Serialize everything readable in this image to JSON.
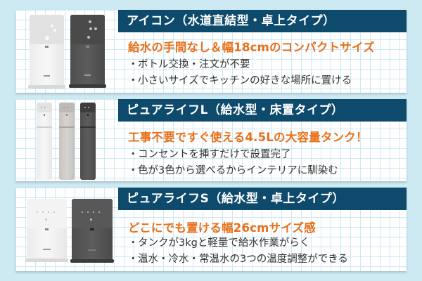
{
  "products": [
    {
      "title": "アイコン（水道直結型・卓上タイプ）",
      "subtitle": "給水の手間なし＆幅18cmのコンパクトサイズ",
      "bullets": [
        "ボトル交換・注文が不要",
        "小さいサイズでキッチンの好きな場所に置ける"
      ],
      "image_alt": "アイコン ウォーターサーバー（ホワイト・グレー）",
      "colors": [
        "white",
        "dark"
      ]
    },
    {
      "title": "ピュアライフL（給水型・床置タイプ）",
      "subtitle": "工事不要ですぐ使える4.5Lの大容量タンク！",
      "bullets": [
        "コンセントを挿すだけで設置完了",
        "色が3色から選べるからインテリアに馴染む"
      ],
      "image_alt": "ピュアライフL ウォーターサーバー（3色）",
      "colors": [
        "white",
        "grey",
        "dark"
      ]
    },
    {
      "title": "ピュアライフS（給水型・卓上タイプ）",
      "subtitle": "どこにでも置ける幅26cmサイズ感",
      "bullets": [
        "タンクが3kgと軽量で給水作業がらく",
        "温水・冷水・常温水の3つの温度調整ができる"
      ],
      "image_alt": "ピュアライフS ウォーターサーバー（ホワイト・グレー）",
      "colors": [
        "white",
        "dark"
      ]
    }
  ],
  "bullet_marker": "・",
  "theme": {
    "background": "#cdeaf3",
    "header_bg": "#0d4a6b",
    "header_text": "#ffffff",
    "subtitle_color": "#e8701a",
    "body_text": "#333333",
    "grid_line": "#bee1f0"
  }
}
